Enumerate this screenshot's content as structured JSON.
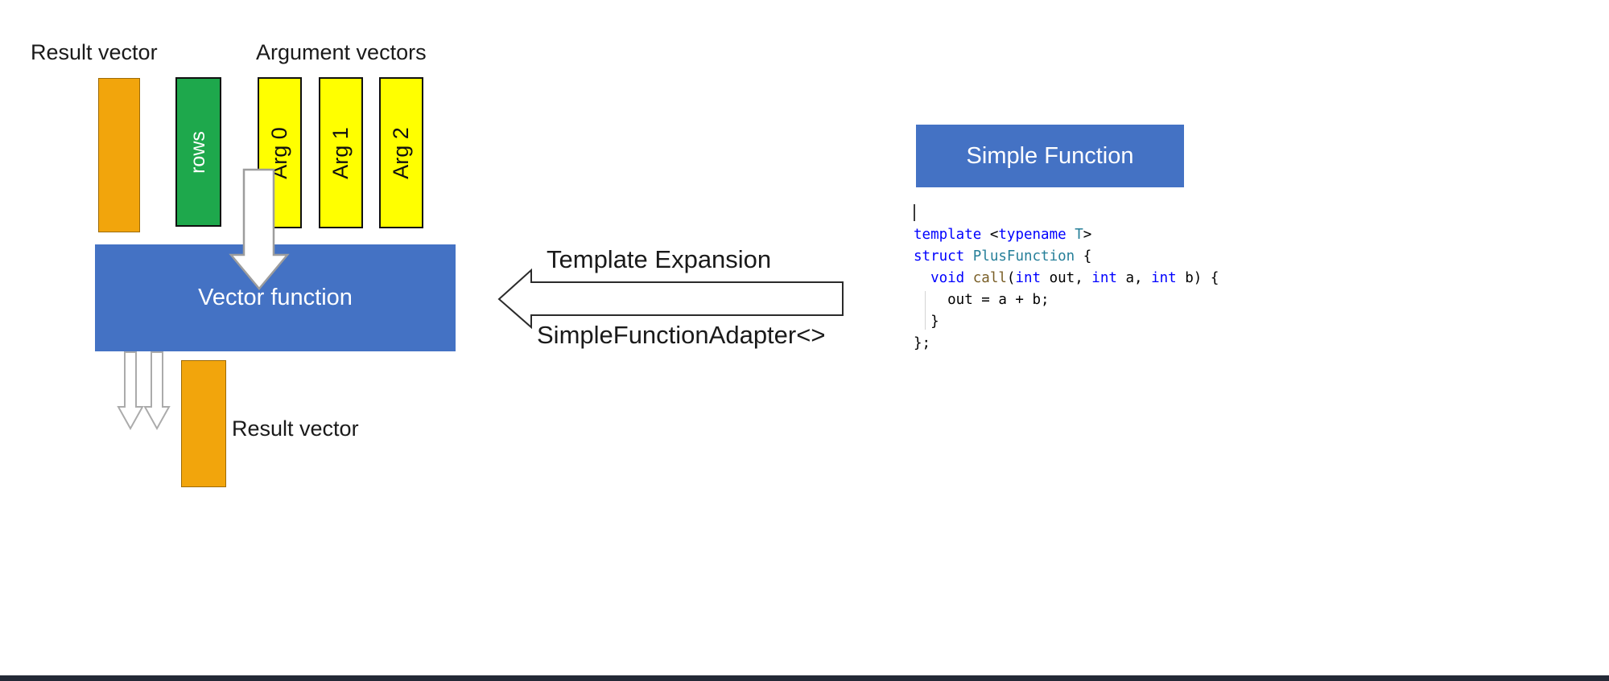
{
  "colors": {
    "orange": "#F2A50C",
    "green": "#1EA84C",
    "yellow": "#FFFF00",
    "blue": "#4472C4",
    "arrow_outline_gray": "#9D9D9D",
    "arrow_outline_dark": "#2B2B2B",
    "bottom_bar": "#232936",
    "code_keyword": "#0000FF",
    "code_type": "#267F99",
    "code_function": "#795E26",
    "code_plain": "#000000"
  },
  "left_diagram": {
    "result_vector_top_label": "Result vector",
    "argument_vectors_label": "Argument vectors",
    "rows_bar_label": "rows",
    "arg_bars": [
      {
        "label": "Arg 0"
      },
      {
        "label": "Arg 1"
      },
      {
        "label": "Arg 2"
      }
    ],
    "vector_function_label": "Vector function",
    "result_vector_bottom_label": "Result vector"
  },
  "middle": {
    "template_expansion_label": "Template Expansion",
    "adapter_label": "SimpleFunctionAdapter<>"
  },
  "right_panel": {
    "simple_function_label": "Simple Function",
    "code": {
      "lines": [
        {
          "cursor": true,
          "tokens": []
        },
        {
          "tokens": [
            {
              "t": "template ",
              "c": "kw"
            },
            {
              "t": "<",
              "c": "pl"
            },
            {
              "t": "typename",
              "c": "kw"
            },
            {
              "t": " ",
              "c": "pl"
            },
            {
              "t": "T",
              "c": "ty"
            },
            {
              "t": ">",
              "c": "pl"
            }
          ]
        },
        {
          "tokens": [
            {
              "t": "struct ",
              "c": "kw"
            },
            {
              "t": "PlusFunction",
              "c": "ty"
            },
            {
              "t": " {",
              "c": "pl"
            }
          ]
        },
        {
          "tokens": [
            {
              "t": "  ",
              "c": "pl"
            },
            {
              "t": "void ",
              "c": "kw"
            },
            {
              "t": "call",
              "c": "fn"
            },
            {
              "t": "(",
              "c": "pl"
            },
            {
              "t": "int",
              "c": "kw"
            },
            {
              "t": " out, ",
              "c": "pl"
            },
            {
              "t": "int",
              "c": "kw"
            },
            {
              "t": " a, ",
              "c": "pl"
            },
            {
              "t": "int",
              "c": "kw"
            },
            {
              "t": " b) {",
              "c": "pl"
            }
          ]
        },
        {
          "tokens": [
            {
              "t": "    out = a + b;",
              "c": "pl"
            }
          ]
        },
        {
          "tokens": [
            {
              "t": "  }",
              "c": "pl"
            }
          ]
        },
        {
          "tokens": [
            {
              "t": "};",
              "c": "pl"
            }
          ]
        }
      ]
    }
  }
}
